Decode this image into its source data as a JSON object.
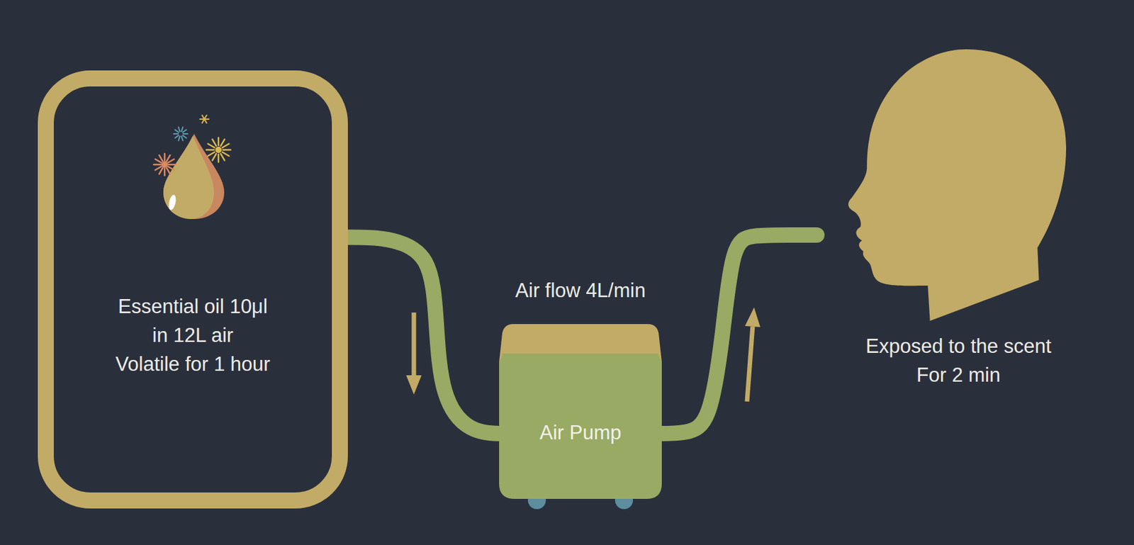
{
  "diagram": {
    "nodes": [
      {
        "text": [
          "Essential oil 10μl",
          "in 12L air",
          "Volatile for 1 hour"
        ]
      },
      {
        "text": [
          "Air flow 4L/min",
          "Air Pump"
        ]
      },
      {
        "text": [
          "Exposed to the scent For 2 min"
        ]
      }
    ],
    "edges": [
      {
        "from": 0,
        "to": 1,
        "arrow": "to"
      },
      {
        "from": 1,
        "to": 2,
        "arrow": "to"
      }
    ]
  }
}
